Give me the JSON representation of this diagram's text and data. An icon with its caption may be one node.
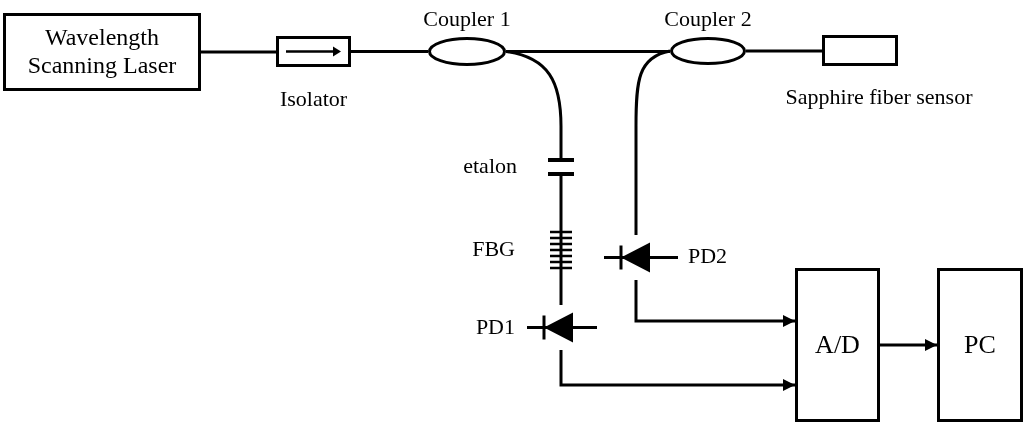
{
  "diagram": {
    "nodes": [
      {
        "text": [
          "Wavelength Scanning Laser"
        ]
      },
      {
        "text": [
          "Isolator"
        ]
      },
      {
        "text": [
          "Coupler 1"
        ]
      },
      {
        "text": [
          "Coupler 2"
        ]
      },
      {
        "text": [
          "Sapphire fiber sensor"
        ]
      },
      {
        "text": [
          "etalon"
        ]
      },
      {
        "text": [
          "FBG"
        ]
      },
      {
        "text": [
          "PD1"
        ]
      },
      {
        "text": [
          "PD2"
        ]
      },
      {
        "text": [
          "A/D"
        ]
      },
      {
        "text": [
          "PC"
        ]
      }
    ],
    "edges": [
      {
        "from": 0,
        "to": 1,
        "arrow": "none"
      },
      {
        "from": 1,
        "to": 2,
        "arrow": "none"
      },
      {
        "from": 2,
        "to": 3,
        "arrow": "none"
      },
      {
        "from": 3,
        "to": 4,
        "arrow": "none"
      },
      {
        "from": 2,
        "to": 5,
        "arrow": "none"
      },
      {
        "from": 5,
        "to": 6,
        "arrow": "none"
      },
      {
        "from": 6,
        "to": 7,
        "arrow": "none"
      },
      {
        "from": 3,
        "to": 8,
        "arrow": "none"
      },
      {
        "from": 8,
        "to": 9,
        "arrow": "to"
      },
      {
        "from": 7,
        "to": 9,
        "arrow": "to"
      },
      {
        "from": 9,
        "to": 10,
        "arrow": "to"
      }
    ]
  }
}
